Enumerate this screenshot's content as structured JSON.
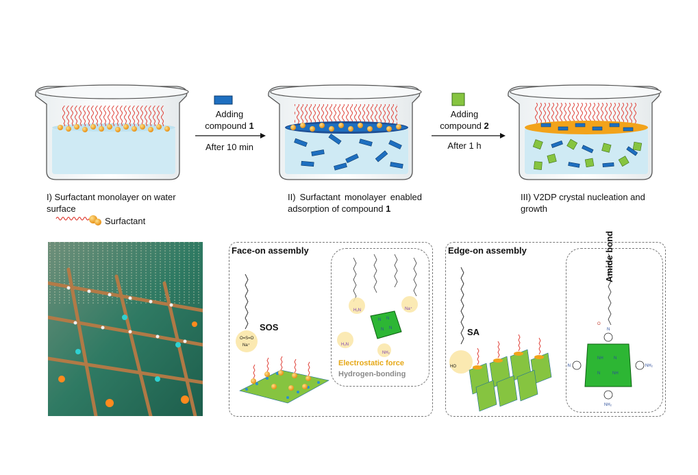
{
  "steps": [
    {
      "caption": "I) Surfactant monolayer on water surface"
    },
    {
      "caption_main": "II) Surfactant monolayer enabled adsorption of compound",
      "caption_num": "1"
    },
    {
      "caption": "III) V2DP crystal nucleation and growth"
    }
  ],
  "legend": {
    "label": "Surfactant"
  },
  "arrow1": {
    "line1": "Adding",
    "line2": "compound",
    "num": "1",
    "time": "After 10 min"
  },
  "arrow2": {
    "line1": "Adding",
    "line2": "compound",
    "num": "2",
    "time": "After 1 h"
  },
  "face_on": {
    "title": "Face-on assembly",
    "surfactant": "SOS",
    "na_label": "Na⁺",
    "force1": "Electrostatic force",
    "force2": "Hydrogen-bonding"
  },
  "edge_on": {
    "title": "Edge-on assembly",
    "surfactant": "SA",
    "bond": "Amide bond",
    "ho_label": "HO",
    "nh2": "NH₂",
    "h2n": "H₂N",
    "nh": "NH",
    "n": "N"
  },
  "colors": {
    "water": "#cfeaf4",
    "compound1": "#1e6fc0",
    "compound2": "#86c440",
    "surfactant_head": "#f2a31b",
    "surfactant_tail": "#e0443c",
    "porphyrin": "#2db634",
    "electrostatic": "#e6a817",
    "hbond": "#8a8a8a"
  }
}
